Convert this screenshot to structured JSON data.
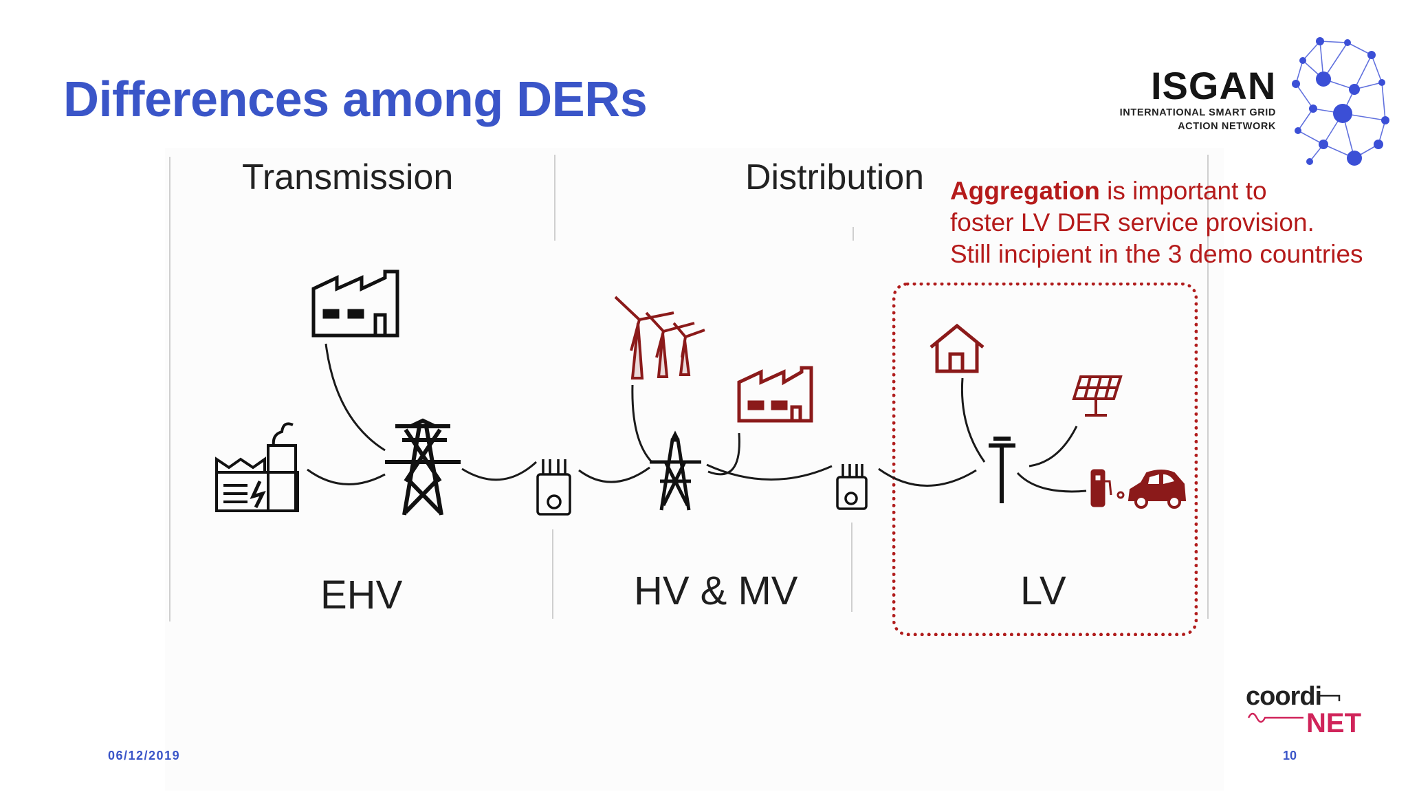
{
  "slide": {
    "title": "Differences among DERs",
    "date": "06/12/2019",
    "page_number": "10"
  },
  "logos": {
    "isgan": {
      "name": "ISGAN",
      "subtitle_line1": "INTERNATIONAL SMART GRID",
      "subtitle_line2": "ACTION NETWORK",
      "color": "#3b4fd6"
    },
    "coordinet": {
      "part1": "coordi",
      "part2": "NET",
      "accent_color": "#d0245a"
    }
  },
  "diagram": {
    "sections": {
      "transmission": "Transmission",
      "distribution": "Distribution"
    },
    "voltage_levels": [
      "EHV",
      "HV & MV",
      "LV"
    ],
    "aggregation_note": {
      "bold": "Aggregation",
      "rest_line1": " is important to",
      "line2": "foster LV DER service provision.",
      "line3": "Still incipient in the 3 demo countries"
    },
    "icons": [
      "industry-icon",
      "power-plant-icon",
      "transmission-tower-icon",
      "transformer-icon",
      "wind-turbines-icon",
      "factory-icon",
      "house-icon",
      "solar-panel-icon",
      "ev-charger-icon",
      "electric-car-icon",
      "utility-pole-icon"
    ],
    "colors": {
      "black_assets": "#111111",
      "der_red": "#8b1a1a",
      "highlight_red": "#b01c1c",
      "title_blue": "#3a55c8"
    }
  }
}
